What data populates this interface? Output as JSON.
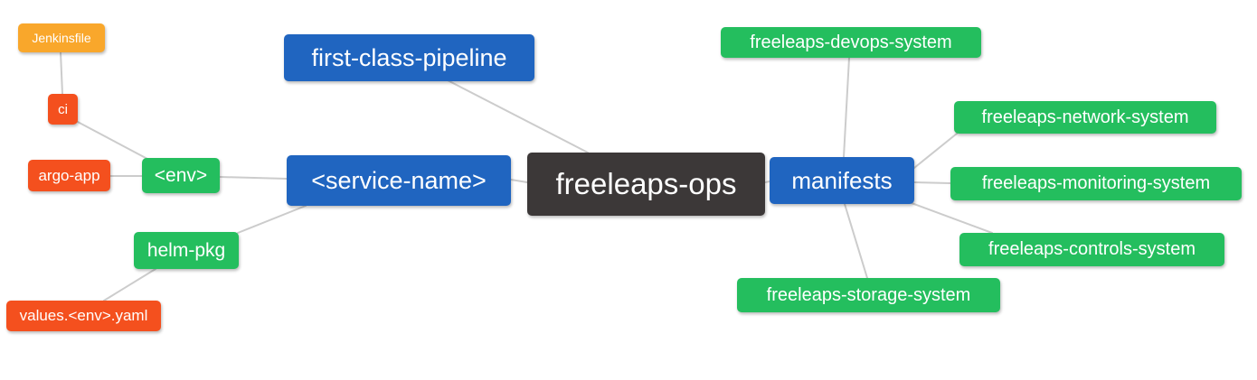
{
  "palette": {
    "orange": "#F9A72B",
    "red": "#F4501E",
    "green": "#24BE5E",
    "blue": "#2065C0",
    "dark": "#3C3838",
    "edge": "#CCCCCC",
    "text": "#FFFFFF",
    "background": "#FFFFFF"
  },
  "nodes": {
    "jenkinsfile": {
      "label": "Jenkinsfile",
      "color": "orange"
    },
    "ci": {
      "label": "ci",
      "color": "red"
    },
    "argo_app": {
      "label": "argo-app",
      "color": "red"
    },
    "env": {
      "label": "<env>",
      "color": "green"
    },
    "helm_pkg": {
      "label": "helm-pkg",
      "color": "green"
    },
    "values_env_yaml": {
      "label": "values.<env>.yaml",
      "color": "red"
    },
    "first_class_pipeline": {
      "label": "first-class-pipeline",
      "color": "blue"
    },
    "service_name": {
      "label": "<service-name>",
      "color": "blue"
    },
    "freeleaps_ops": {
      "label": "freeleaps-ops",
      "color": "dark"
    },
    "manifests": {
      "label": "manifests",
      "color": "blue"
    },
    "devops_system": {
      "label": "freeleaps-devops-system",
      "color": "green"
    },
    "network_system": {
      "label": "freeleaps-network-system",
      "color": "green"
    },
    "monitoring_system": {
      "label": "freeleaps-monitoring-system",
      "color": "green"
    },
    "controls_system": {
      "label": "freeleaps-controls-system",
      "color": "green"
    },
    "storage_system": {
      "label": "freeleaps-storage-system",
      "color": "green"
    }
  },
  "edges": [
    [
      "jenkinsfile",
      "ci"
    ],
    [
      "ci",
      "env"
    ],
    [
      "argo_app",
      "env"
    ],
    [
      "env",
      "service_name"
    ],
    [
      "helm_pkg",
      "service_name"
    ],
    [
      "values_env_yaml",
      "helm_pkg"
    ],
    [
      "first_class_pipeline",
      "freeleaps_ops"
    ],
    [
      "service_name",
      "freeleaps_ops"
    ],
    [
      "freeleaps_ops",
      "manifests"
    ],
    [
      "manifests",
      "devops_system"
    ],
    [
      "manifests",
      "network_system"
    ],
    [
      "manifests",
      "monitoring_system"
    ],
    [
      "manifests",
      "controls_system"
    ],
    [
      "manifests",
      "storage_system"
    ]
  ]
}
